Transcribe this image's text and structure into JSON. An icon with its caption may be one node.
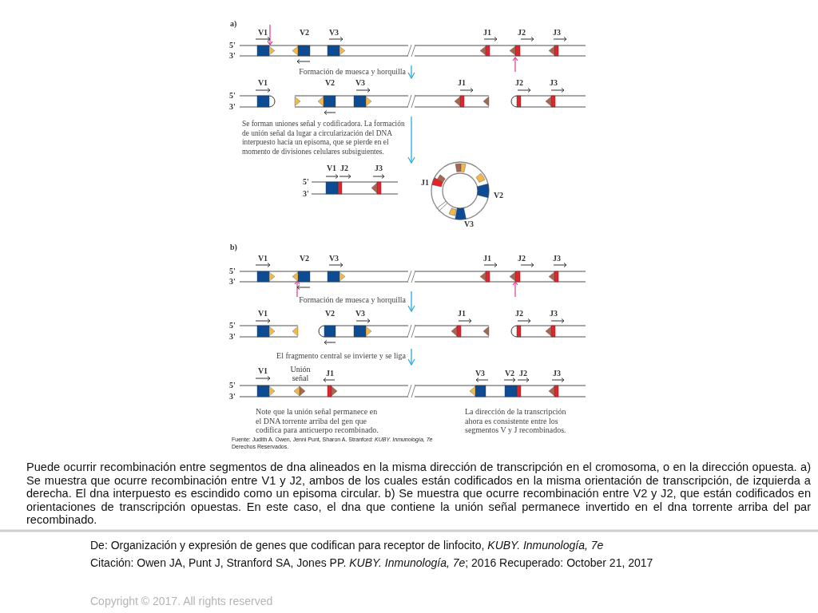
{
  "diagram": {
    "caption": "Puede ocurrir recombinación entre segmentos de dna alineados en la misma dirección de transcripción en el cromosoma, o en la dirección opuesta. a) Se muestra que ocurre recombinación entre V1 y J2, ambos de los cuales están codificados en la misma orientación de transcripción, de izquierda a derecha. El dna interpuesto es escindido como un episoma circular. b) Se muestra que ocurre recombinación entre V2 y J2, que están codificados en orientaciones de transcripción opuestas. En este caso, el dna que contiene la unión señal permanece invertido en el dna torrente arriba del par recombinado.",
    "nodes": [
      {
        "text": [
          "5'",
          "3'",
          "V1",
          "V2",
          "V3",
          "J1",
          "J2",
          "J3"
        ]
      },
      {
        "text": [
          "5'",
          "3'",
          "V1",
          "V2",
          "V3",
          "J1",
          "J2",
          "J3"
        ]
      },
      {
        "text": [
          "5'",
          "3'",
          "V1",
          "J2",
          "J3"
        ]
      },
      {
        "text": [
          "J1",
          "V2",
          "V3"
        ]
      },
      {
        "text": [
          "5'",
          "3'",
          "V1",
          "V2",
          "V3",
          "J1",
          "J2",
          "J3"
        ]
      },
      {
        "text": [
          "5'",
          "3'",
          "V1",
          "V2",
          "V3",
          "J1",
          "J2",
          "J3"
        ]
      },
      {
        "text": [
          "5'",
          "3'",
          "V1",
          "Unión señal",
          "J1",
          "V3",
          "V2",
          "J2",
          "J3"
        ]
      }
    ],
    "edges": [
      {
        "from": 0,
        "to": 1,
        "arrow": "to",
        "label": "Formación de muesca y horquilla"
      },
      {
        "from": 1,
        "to": 2,
        "arrow": "to",
        "label": "Se forman uniones señal y codificadora. La formación de unión señal da lugar a circularización del DNA interpuesto hacia un episoma, que se pierde en el momento de divisiones celulares subsiguientes."
      },
      {
        "from": 4,
        "to": 5,
        "arrow": "to",
        "label": "Formación de muesca y horquilla"
      },
      {
        "from": 5,
        "to": 6,
        "arrow": "to",
        "label": "El fragmento central se invierte y se liga"
      }
    ],
    "labels": [
      "a)",
      "b)",
      "Note que la unión señal permanece en el DNA torrente arriba del gen que codifica para anticuerpo recombinado.",
      "La dirección de la transcripción ahora es consistente entre los segmentos V y J recombinados.",
      "Fuente: Judith A. Owen, Jenni Punt, Sharon A. Stranford: *KUBY. Inmunología, 7e*",
      "Derechos Reservados.",
      "De: Organización y expresión de genes que codifican para receptor de linfocito, *KUBY. Inmunología, 7e*",
      "Citación: Owen JA, Punt J, Stranford SA, Jones PP. *KUBY. Inmunología, 7e*; 2016 Recuperado: October 21, 2017",
      "Copyright © 2017. All rights reserved"
    ]
  }
}
